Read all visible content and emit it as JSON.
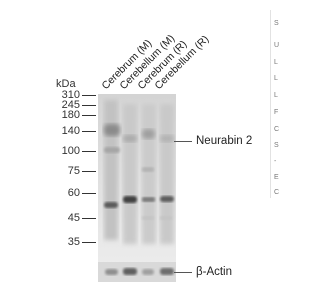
{
  "lanes": [
    {
      "label": "Cerebrum (M)"
    },
    {
      "label": "Cerebellum (M)"
    },
    {
      "label": "Cerebrum (R)"
    },
    {
      "label": "Cerebellum (R)"
    }
  ],
  "kda_label": "kDa",
  "markers": [
    "310",
    "245",
    "180",
    "140",
    "100",
    "75",
    "60",
    "45",
    "35"
  ],
  "targets": {
    "main": "Neurabin 2",
    "loading": "β-Actin"
  },
  "side_column": [
    "S",
    "U",
    "L",
    "L",
    "L",
    "F",
    "C",
    "S",
    "-",
    "E",
    "C"
  ]
}
